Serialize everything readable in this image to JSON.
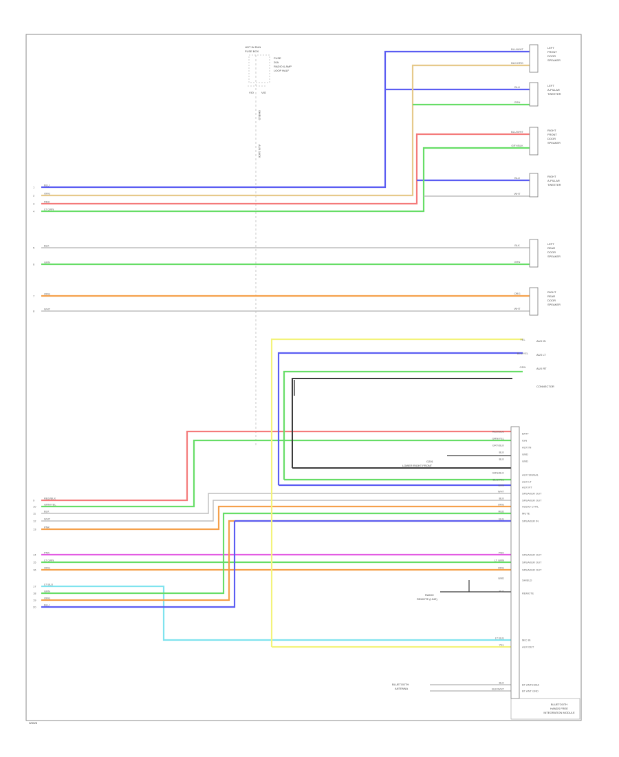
{
  "diagram": {
    "page_code": "W5W8",
    "colors": {
      "blue": "#5a5cf2",
      "orange": "#f5a04a",
      "red": "#f47a7a",
      "green": "#66dd66",
      "gray": "#bdbdbd",
      "magenta": "#e35ce3",
      "yellow": "#f3f37a",
      "cyan": "#7fe3ee",
      "tan": "#e6c98a",
      "dark": "#3a3a3a",
      "frame": "#8a8a8a"
    },
    "top_center": {
      "title_lines": [
        "HOT IN RUN",
        "FUSE BOX"
      ],
      "note_lines": [
        "FUSE",
        "20A",
        "RADIO & AMP",
        "LOOP HALF"
      ],
      "wire_labels": [
        "VIO",
        "VIO"
      ]
    },
    "speakers": [
      {
        "label_lines": [
          "LEFT",
          "FRONT",
          "DOOR",
          "SPEAKER"
        ],
        "terminals": [
          {
            "color_key": "blue",
            "label": "BLU/WHT"
          },
          {
            "color_key": "tan",
            "label": "BLK/ORG"
          }
        ]
      },
      {
        "label_lines": [
          "LEFT",
          "A-PILLAR",
          "TWEETER"
        ],
        "terminals": [
          {
            "color_key": "blue",
            "label": "BLU"
          },
          {
            "color_key": "green",
            "label": "GRN"
          }
        ]
      },
      {
        "label_lines": [
          "RIGHT",
          "FRONT",
          "DOOR",
          "SPEAKER"
        ],
        "terminals": [
          {
            "color_key": "blue",
            "label": "BLU/WHT"
          },
          {
            "color_key": "green",
            "label": "GRY/BLK"
          }
        ]
      },
      {
        "label_lines": [
          "RIGHT",
          "A-PILLAR",
          "TWEETER"
        ],
        "terminals": [
          {
            "color_key": "blue",
            "label": "BLU"
          },
          {
            "color_key": "gray",
            "label": "WHT"
          }
        ]
      },
      {
        "label_lines": [
          "LEFT",
          "REAR",
          "DOOR",
          "SPEAKER"
        ],
        "terminals": [
          {
            "color_key": "gray",
            "label": "BLK"
          },
          {
            "color_key": "green",
            "label": "GRN"
          }
        ]
      },
      {
        "label_lines": [
          "RIGHT",
          "REAR",
          "DOOR",
          "SPEAKER"
        ],
        "terminals": [
          {
            "color_key": "orange",
            "label": "ORG"
          },
          {
            "color_key": "gray",
            "label": "WHT"
          }
        ]
      }
    ],
    "left_harness_wires": [
      {
        "color_key": "blue",
        "label": "BLU"
      },
      {
        "color_key": "orange",
        "label": "ORG"
      },
      {
        "color_key": "red",
        "label": "RED"
      },
      {
        "color_key": "green",
        "label": "LT GRN"
      },
      {
        "color_key": "gray",
        "label": "BLK"
      },
      {
        "color_key": "green",
        "label": "GRN"
      },
      {
        "color_key": "orange",
        "label": "ORG"
      },
      {
        "color_key": "gray",
        "label": "WHT"
      },
      {
        "color_key": "red",
        "label": "RED/BLK"
      },
      {
        "color_key": "green",
        "label": "GRN/YEL"
      },
      {
        "color_key": "gray",
        "label": "BLK"
      },
      {
        "color_key": "gray",
        "label": "WHT"
      },
      {
        "color_key": "red",
        "label": "PNK"
      },
      {
        "color_key": "magenta",
        "label": "PNK"
      },
      {
        "color_key": "green",
        "label": "LT GRN"
      },
      {
        "color_key": "orange",
        "label": "ORG"
      },
      {
        "color_key": "cyan",
        "label": "LT BLU"
      },
      {
        "color_key": "green",
        "label": "GRN"
      },
      {
        "color_key": "orange",
        "label": "ORG"
      },
      {
        "color_key": "blue",
        "label": "BLU"
      }
    ],
    "mid_right_signals": [
      {
        "color_key": "yellow",
        "label": "YEL",
        "dest": "AUX IN"
      },
      {
        "color_key": "blue",
        "label": "BLU/YEL",
        "dest": "AUX LT"
      },
      {
        "color_key": "green",
        "label": "GRN",
        "dest": "AUX RT"
      }
    ],
    "mid_right_caption": "CONNECTOR",
    "center_labels": [
      "SHIELD",
      "AUX JACK"
    ],
    "radio": {
      "title_lines": [
        "BLUETOOTH",
        "HANDS FREE",
        "INTEGRATION MODULE"
      ],
      "ground_note": [
        "G201",
        "LOWER RIGHT FRONT"
      ],
      "remote_note": [
        "RADIO",
        "REMOTE (LINE)"
      ],
      "bt_note": [
        "BLUETOOTH",
        "ANTENNA"
      ],
      "pins": [
        {
          "wire": "RED/BLU",
          "name": "BATT"
        },
        {
          "wire": "GRN/YEL",
          "name": "IGN"
        },
        {
          "wire": "GRY/BLK",
          "name": "AUX IN"
        },
        {
          "wire": "BLK",
          "name": "GND"
        },
        {
          "wire": "BLK",
          "name": "GND"
        },
        {
          "wire": "GRN/BLK",
          "name": "AUX SIGNAL"
        },
        {
          "wire": "BLU/YEL",
          "name": "AUX LT"
        },
        {
          "wire": "GRN",
          "name": "AUX RT"
        },
        {
          "wire": "WHT",
          "name": "SPEAKER OUT"
        },
        {
          "wire": "BLK",
          "name": "SPEAKER OUT"
        },
        {
          "wire": "ORG",
          "name": "AUDIO CTRL"
        },
        {
          "wire": "RED",
          "name": "MUTE"
        },
        {
          "wire": "BLU",
          "name": "SPEAKER IN"
        },
        {
          "wire": "PNK",
          "name": "SPEAKER OUT"
        },
        {
          "wire": "LT GRN",
          "name": "SPEAKER OUT"
        },
        {
          "wire": "ORG",
          "name": "SPEAKER OUT"
        },
        {
          "wire": "GND",
          "name": "SHIELD"
        },
        {
          "wire": "BLK",
          "name": "REMOTE"
        },
        {
          "wire": "LT BLU",
          "name": "MIC IN"
        },
        {
          "wire": "YEL",
          "name": "AUX DET"
        },
        {
          "wire": "BLK",
          "name": "BT ANTENNA"
        },
        {
          "wire": "BLK/WHT",
          "name": "BT ANT GND"
        }
      ]
    }
  }
}
